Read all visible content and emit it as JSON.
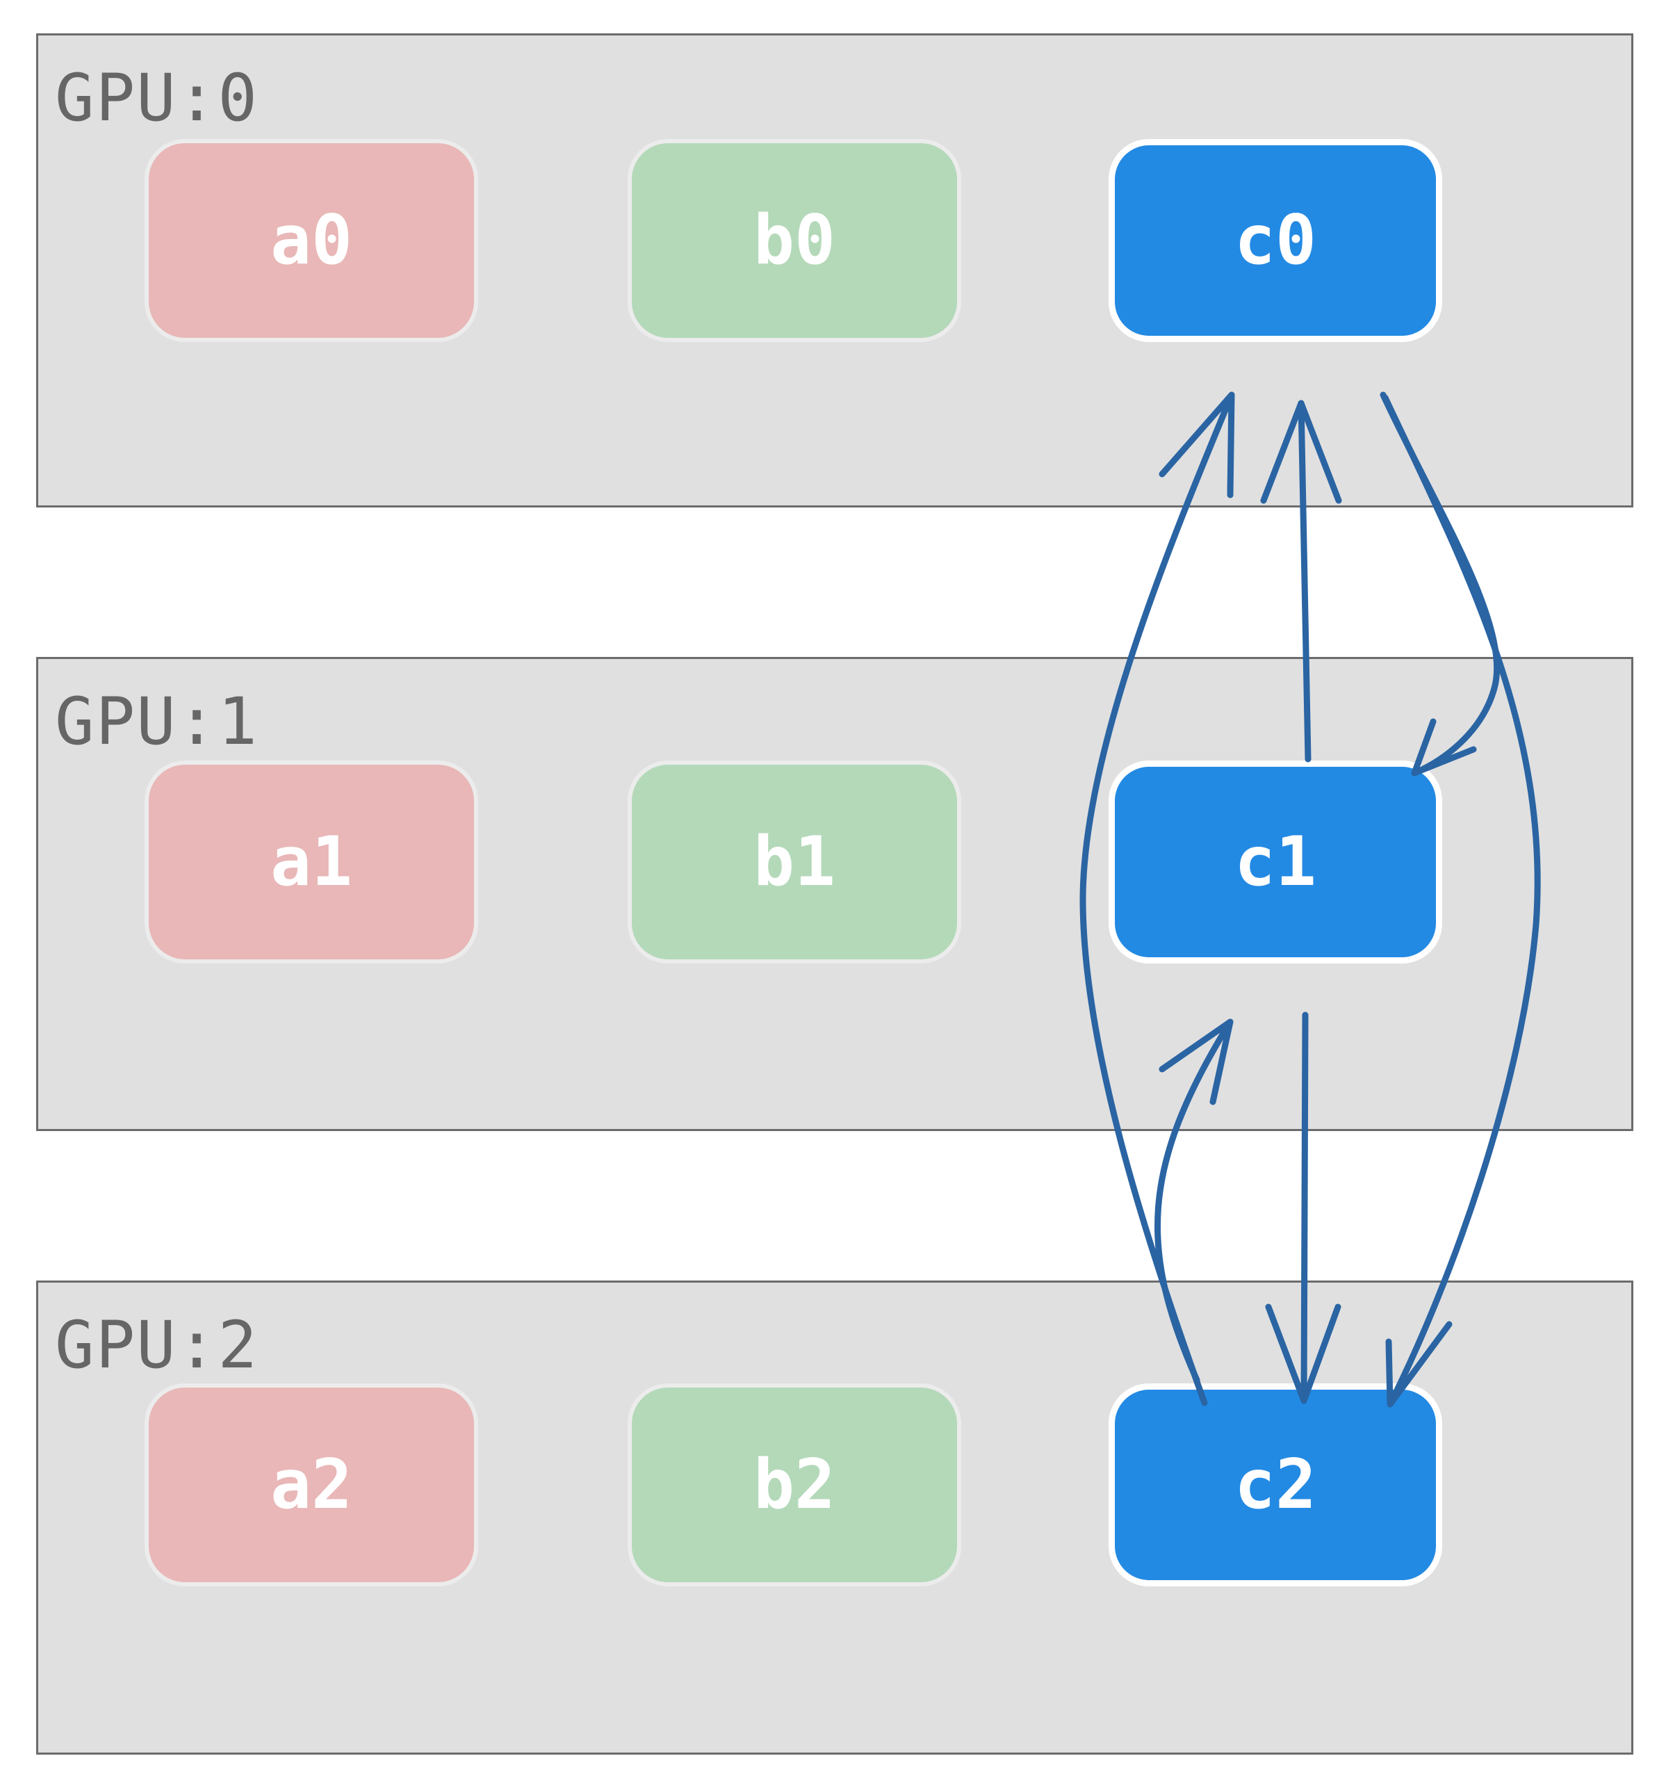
{
  "gpus": [
    {
      "label": "GPU:0",
      "nodes": {
        "a": "a0",
        "b": "b0",
        "c": "c0"
      }
    },
    {
      "label": "GPU:1",
      "nodes": {
        "a": "a1",
        "b": "b1",
        "c": "c1"
      }
    },
    {
      "label": "GPU:2",
      "nodes": {
        "a": "a2",
        "b": "b2",
        "c": "c2"
      }
    }
  ],
  "colors": {
    "panel_background": "#e0e0e0",
    "panel_border": "#6b6b6b",
    "label_text": "#666666",
    "node_a": "#e9b7b7",
    "node_b": "#b4d9b9",
    "node_c": "#238ae4",
    "arrow": "#2a64a3"
  },
  "edges": [
    {
      "from": "c0",
      "to": "c1"
    },
    {
      "from": "c0",
      "to": "c2"
    },
    {
      "from": "c1",
      "to": "c0"
    },
    {
      "from": "c1",
      "to": "c2"
    },
    {
      "from": "c2",
      "to": "c0"
    },
    {
      "from": "c2",
      "to": "c1"
    }
  ]
}
